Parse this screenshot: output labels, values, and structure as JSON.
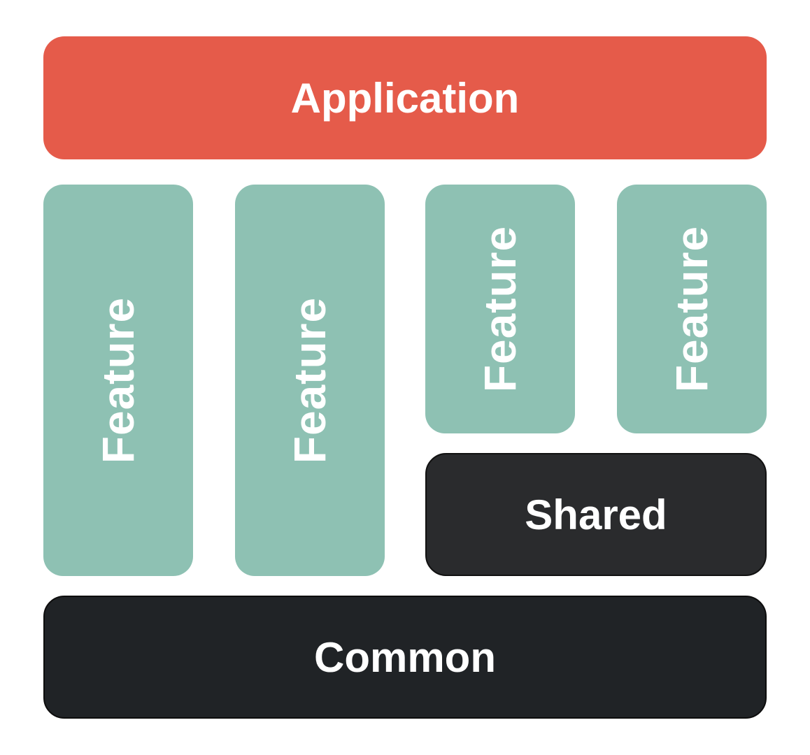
{
  "blocks": {
    "application": "Application",
    "features": [
      "Feature",
      "Feature",
      "Feature",
      "Feature"
    ],
    "shared": "Shared",
    "common": "Common"
  },
  "colors": {
    "application": "#E55B4A",
    "feature": "#8EC1B3",
    "shared": "#2A2B2D",
    "common": "#202326",
    "text": "#FFFFFF"
  }
}
